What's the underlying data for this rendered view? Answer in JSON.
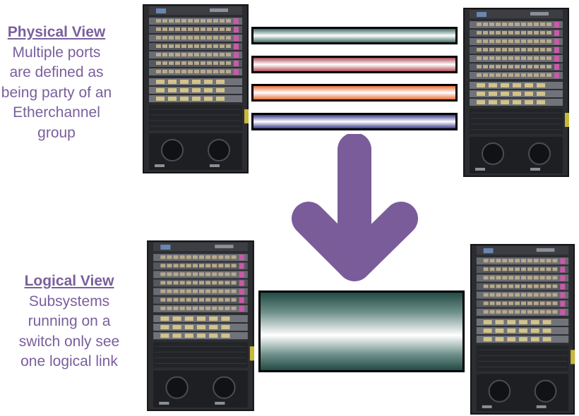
{
  "physical_view": {
    "heading": "Physical View",
    "description": "Multiple ports are defined as being party of an Etherchannel group"
  },
  "logical_view": {
    "heading": "Logical View",
    "description": "Subsystems running on a switch only see one logical link"
  },
  "colors": {
    "caption_text": "#7a5f9e",
    "arrow": "#7b5c9a",
    "cable_1": "#3f6f68",
    "cable_2": "#b0505a",
    "cable_3": "#e8703a",
    "cable_4": "#3c3c8c",
    "logical_link": "#244a45",
    "chassis_body": "#2c2d31"
  },
  "icons": {
    "switch": "network-switch-chassis-icon",
    "arrow": "arrow-down-icon"
  }
}
